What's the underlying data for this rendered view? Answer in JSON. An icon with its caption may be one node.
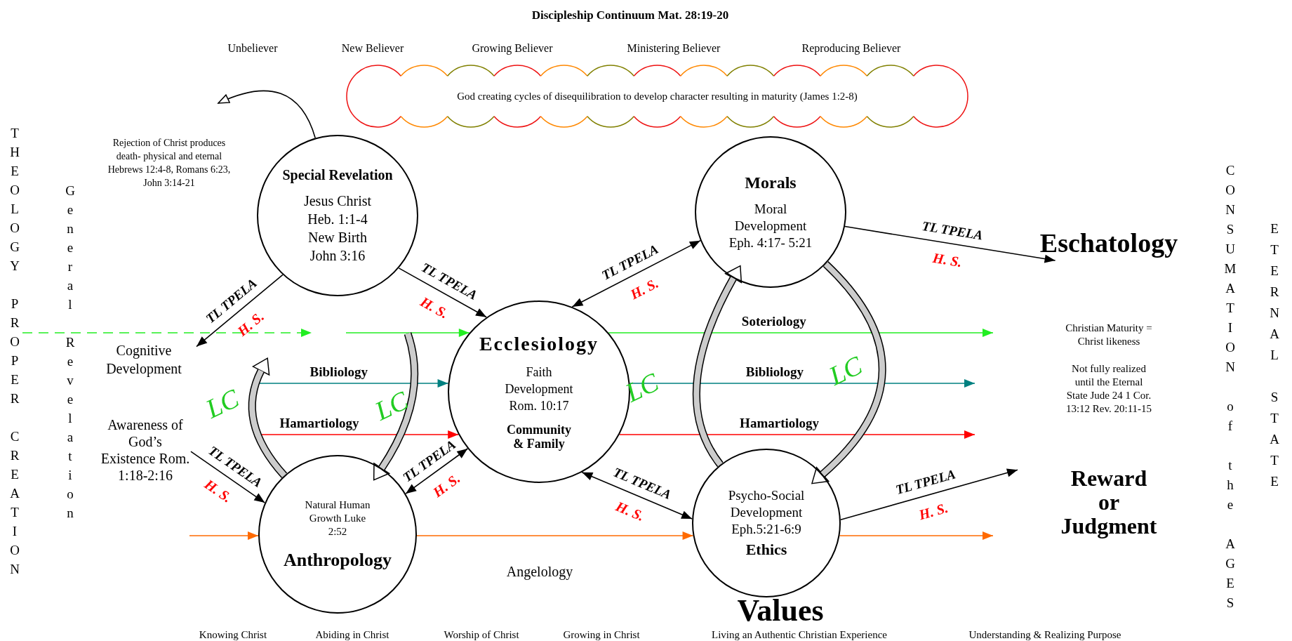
{
  "diagram": {
    "title": "Discipleship Continuum Mat. 28:19-20",
    "nodes": [
      {
        "text": [
          "Special Revelation",
          "Jesus Christ Heb. 1:1-4 New Birth John 3:16"
        ]
      },
      {
        "text": [
          "Ecclesiology",
          "Faith Development Rom. 10:17",
          "Community & Family"
        ]
      },
      {
        "text": [
          "Morals",
          "Moral Development Eph. 4:17- 5:21"
        ]
      },
      {
        "text": [
          "Natural Human Growth Luke 2:52",
          "Anthropology"
        ]
      },
      {
        "text": [
          "Psycho-Social Development Eph.5:21-6:9",
          "Ethics"
        ],
        "beside": [
          "Values"
        ]
      },
      {
        "text": [
          "God creating cycles of disequilibration to develop character resulting in maturity (James 1:2-8)"
        ]
      },
      {
        "text": [
          "Cognitive Development"
        ]
      },
      {
        "text": [
          "Awareness of God’s Existence Rom. 1:18-2:16"
        ]
      },
      {
        "text": [
          "Eschatology"
        ]
      },
      {
        "text": [
          "Christian Maturity = Christ likeness",
          "Not fully realized until the Eternal State Jude 24 1 Cor. 13:12 Rev. 20:11-15"
        ]
      },
      {
        "text": [
          "Reward or Judgment"
        ]
      },
      {
        "text": [
          "THEOLOGY PROPER CREATION"
        ]
      }
    ],
    "edges": [
      {
        "from": 11,
        "to": null,
        "arrow": "to",
        "style": "dashed",
        "color": "#22ee22"
      },
      {
        "from": null,
        "to": 1,
        "arrow": "to",
        "color": "#22ee22"
      },
      {
        "from": 1,
        "to": null,
        "arrow": "to",
        "label": "Soteriology",
        "color": "#22ee22"
      },
      {
        "from": null,
        "to": 1,
        "arrow": "to",
        "label": "Bibliology",
        "color": "#008080"
      },
      {
        "from": 1,
        "to": null,
        "arrow": "to",
        "label": "Bibliology",
        "color": "#008080"
      },
      {
        "from": null,
        "to": 1,
        "arrow": "to",
        "label": "Hamartiology",
        "color": "#ff0000"
      },
      {
        "from": 1,
        "to": null,
        "arrow": "to",
        "label": "Hamartiology",
        "color": "#ff0000"
      },
      {
        "from": null,
        "to": 3,
        "arrow": "to",
        "color": "#ff6a00"
      },
      {
        "from": 3,
        "to": 4,
        "arrow": "to",
        "color": "#ff6a00"
      },
      {
        "from": 4,
        "to": null,
        "arrow": "to",
        "color": "#ff6a00"
      },
      {
        "from": 0,
        "to": 6,
        "arrow": "to",
        "label": "TL TPELA"
      },
      {
        "from": 7,
        "to": 3,
        "arrow": "to",
        "label": "TL TPELA"
      },
      {
        "from": 0,
        "to": 1,
        "arrow": "to",
        "label": "TL TPELA"
      },
      {
        "from": 1,
        "to": 2,
        "arrow": "both",
        "label": "TL TPELA"
      },
      {
        "from": 3,
        "to": 1,
        "arrow": "both",
        "label": "TL TPELA"
      },
      {
        "from": 1,
        "to": 4,
        "arrow": "both",
        "label": "TL TPELA"
      },
      {
        "from": 2,
        "to": 8,
        "arrow": "to",
        "label": "TL TPELA"
      },
      {
        "from": 4,
        "to": 10,
        "arrow": "to",
        "label": "TL TPELA"
      },
      {
        "from": 0,
        "to": null,
        "arrow": "to"
      },
      {
        "from": 3,
        "to": null,
        "arrow": "to",
        "label": "LC",
        "style": "thick"
      },
      {
        "from": null,
        "to": 3,
        "arrow": "to",
        "label": "LC",
        "style": "thick"
      },
      {
        "from": 4,
        "to": 2,
        "arrow": "to",
        "label": "LC",
        "style": "thick"
      },
      {
        "from": 2,
        "to": 4,
        "arrow": "to",
        "label": "LC",
        "style": "thick"
      }
    ],
    "labels": [
      "Unbeliever",
      "New Believer",
      "Growing Believer",
      "Ministering Believer",
      "Reproducing Believer",
      "Rejection of Christ produces death- physical and eternal Hebrews 12:4-8, Romans 6:23, John 3:14-21",
      "General Revelation",
      "H. S.",
      "H. S.",
      "H. S.",
      "H. S.",
      "H. S.",
      "H. S.",
      "H. S.",
      "H. S.",
      "Angelology",
      "CONSUMATION of the AGES",
      "ETERNAL STATE",
      "Knowing Christ",
      "Abiding in Christ",
      "Worship of Christ",
      "Growing in Christ",
      "Living an Authentic Christian Experience",
      "Understanding & Realizing Purpose"
    ]
  }
}
